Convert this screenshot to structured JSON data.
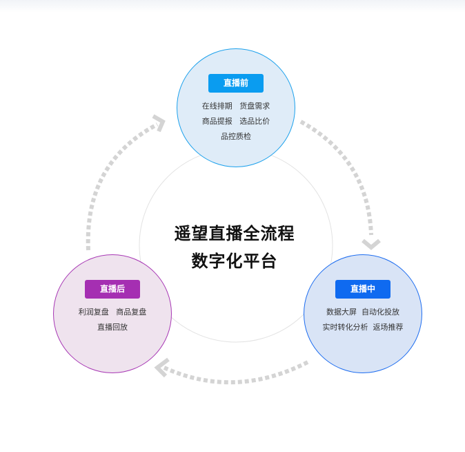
{
  "center": {
    "line1": "遥望直播全流程",
    "line2": "数字化平台"
  },
  "stages": {
    "pre": {
      "label": "直播前",
      "lines": [
        [
          "在线排期",
          "货盘需求"
        ],
        [
          "商品提报",
          "选品比价"
        ],
        [
          "品控质检"
        ]
      ]
    },
    "live": {
      "label": "直播中",
      "lines": [
        [
          "数据大屏",
          "自动化投放"
        ],
        [
          "实时转化分析",
          "返场推荐"
        ]
      ]
    },
    "post": {
      "label": "直播后",
      "lines": [
        [
          "利润复盘",
          "商品复盘"
        ],
        [
          "直播回放"
        ]
      ]
    }
  },
  "colors": {
    "pre_accent": "#0a9cf0",
    "live_accent": "#0f6af0",
    "post_accent": "#a52fb2",
    "arrow": "#d4d4d4"
  }
}
